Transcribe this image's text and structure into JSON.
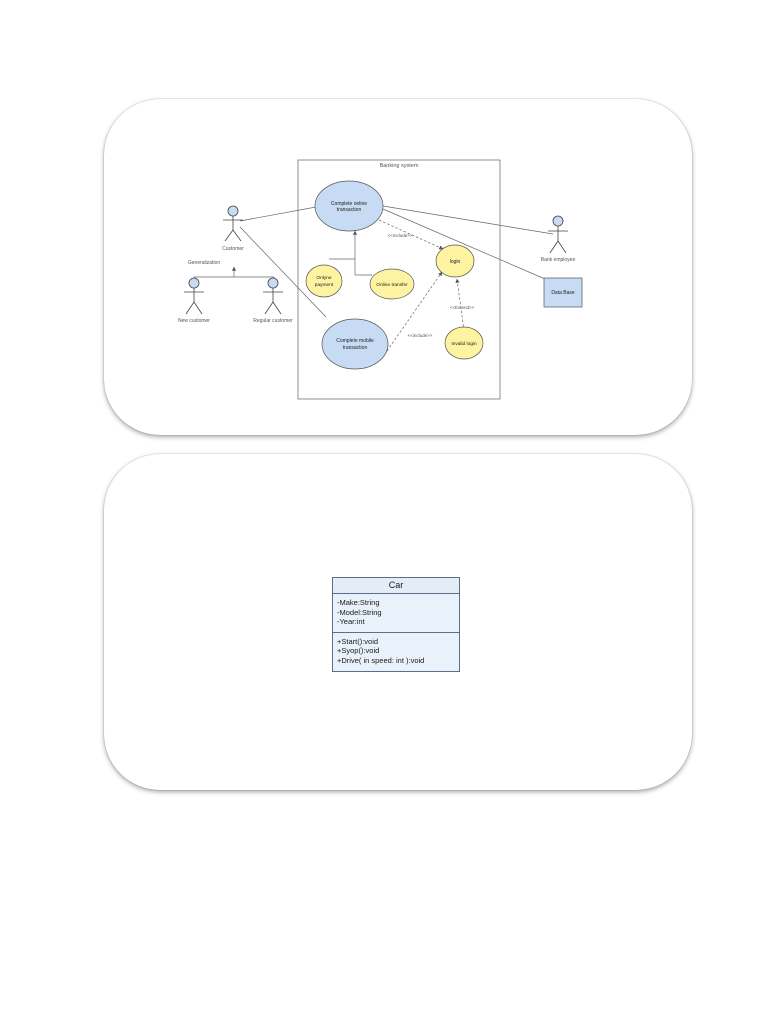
{
  "use_case_diagram": {
    "system_title": "Banking system",
    "actors": {
      "customer": "Customer",
      "bank_employee": "Bank employee",
      "new_customer": "New customer",
      "regular_customer": "Regular customer"
    },
    "generalization_label": "Generalization",
    "database_label": "Data Base",
    "use_cases": {
      "complete_online": [
        "Complete online",
        "transaction"
      ],
      "online_payment": [
        "Onlyne",
        "payment"
      ],
      "online_transfer": "Online transfer",
      "login": "login",
      "complete_mobile": [
        "Complete mobile",
        "transaction"
      ],
      "invalid_login": "Invalid login"
    },
    "relations": {
      "include_1": "<<Include>>",
      "include_2": "<<include>>",
      "extend": "<<Extend>>"
    },
    "colors": {
      "blue_fill": "#c7dcf4",
      "yellow_fill": "#fdf3a0",
      "line": "#555555"
    }
  },
  "class_diagram": {
    "class_name": "Car",
    "attributes": [
      "-Make:String",
      "-Model:String",
      "-Year:int"
    ],
    "methods": [
      "+Start():void",
      "+Syop():void",
      "+Drive( in speed: int ):void"
    ]
  }
}
